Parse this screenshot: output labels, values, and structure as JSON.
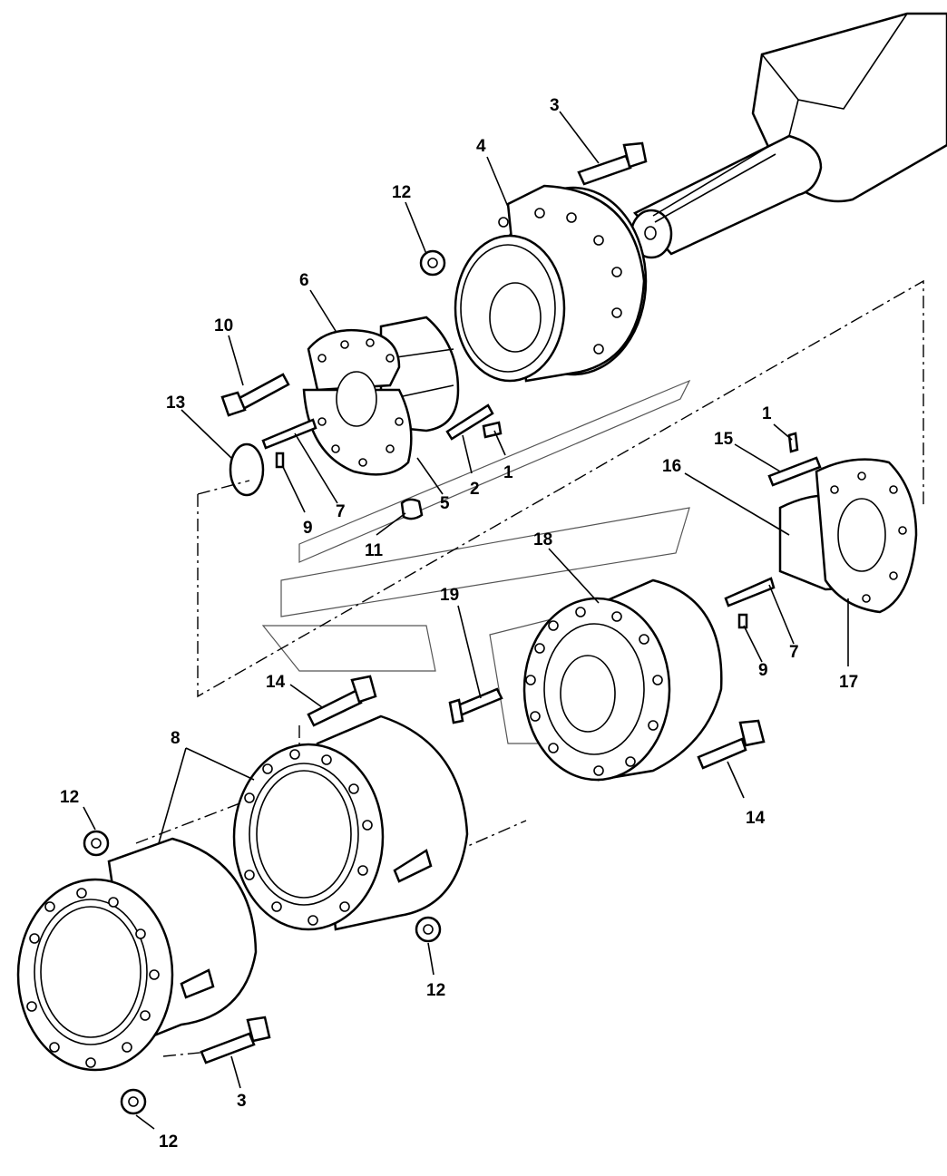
{
  "diagram": {
    "callouts": [
      {
        "id": "c3a",
        "text": "3"
      },
      {
        "id": "c4",
        "text": "4"
      },
      {
        "id": "c12a",
        "text": "12"
      },
      {
        "id": "c6",
        "text": "6"
      },
      {
        "id": "c10",
        "text": "10"
      },
      {
        "id": "c13",
        "text": "13"
      },
      {
        "id": "c2",
        "text": "2"
      },
      {
        "id": "c1a",
        "text": "1"
      },
      {
        "id": "c7a",
        "text": "7"
      },
      {
        "id": "c9a",
        "text": "9"
      },
      {
        "id": "c5",
        "text": "5"
      },
      {
        "id": "c11",
        "text": "11"
      },
      {
        "id": "c1b",
        "text": "1"
      },
      {
        "id": "c15",
        "text": "15"
      },
      {
        "id": "c16",
        "text": "16"
      },
      {
        "id": "c18",
        "text": "18"
      },
      {
        "id": "c19",
        "text": "19"
      },
      {
        "id": "c7b",
        "text": "7"
      },
      {
        "id": "c9b",
        "text": "9"
      },
      {
        "id": "c17",
        "text": "17"
      },
      {
        "id": "c14a",
        "text": "14"
      },
      {
        "id": "c8",
        "text": "8"
      },
      {
        "id": "c14b",
        "text": "14"
      },
      {
        "id": "c12b",
        "text": "12"
      },
      {
        "id": "c12c",
        "text": "12"
      },
      {
        "id": "c3b",
        "text": "3"
      },
      {
        "id": "c12d",
        "text": "12"
      }
    ]
  }
}
